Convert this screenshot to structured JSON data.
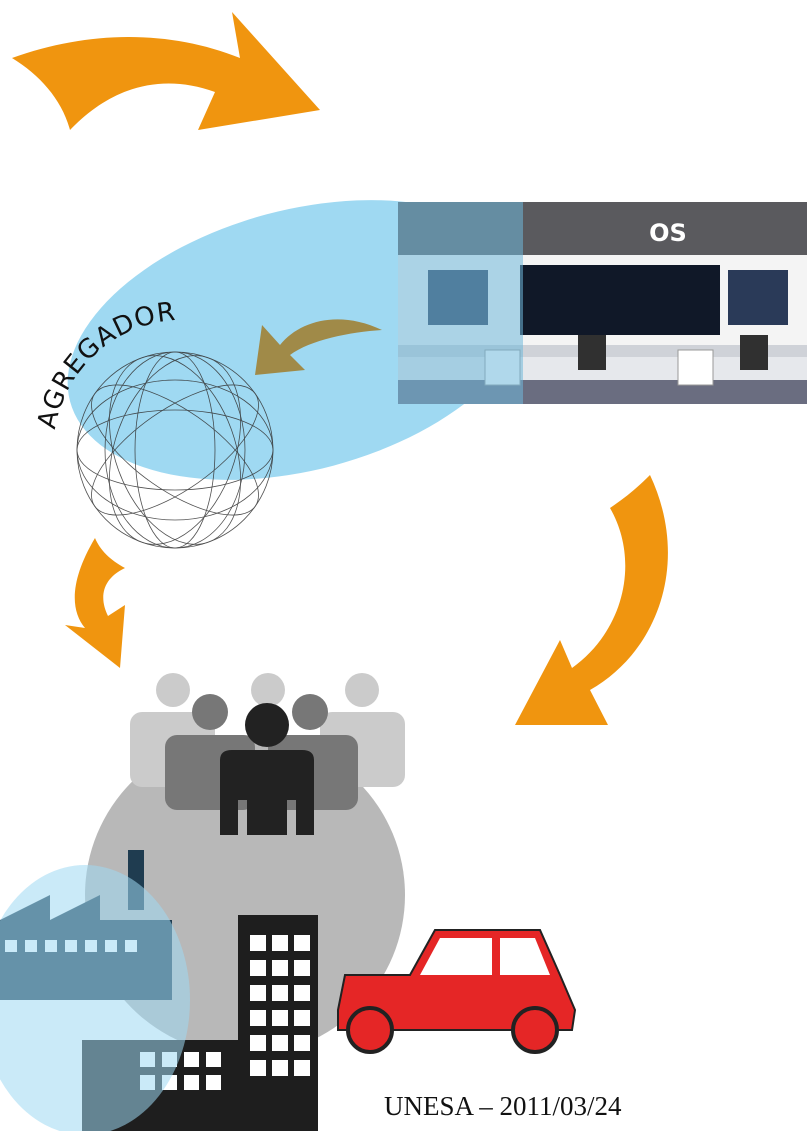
{
  "control_room": {
    "label": "OS"
  },
  "aggregator": {
    "label": "AGREGADOR"
  },
  "footer": {
    "text": "UNESA – 2011/03/24"
  },
  "colors": {
    "arrow": "#f0950f",
    "arrow_dark": "#a08a48",
    "bubble": "#9fd9f2",
    "grey_circle": "#b8b8b8",
    "factory": "#1f3c50",
    "car": "#e52626",
    "people_dark": "#222222"
  }
}
